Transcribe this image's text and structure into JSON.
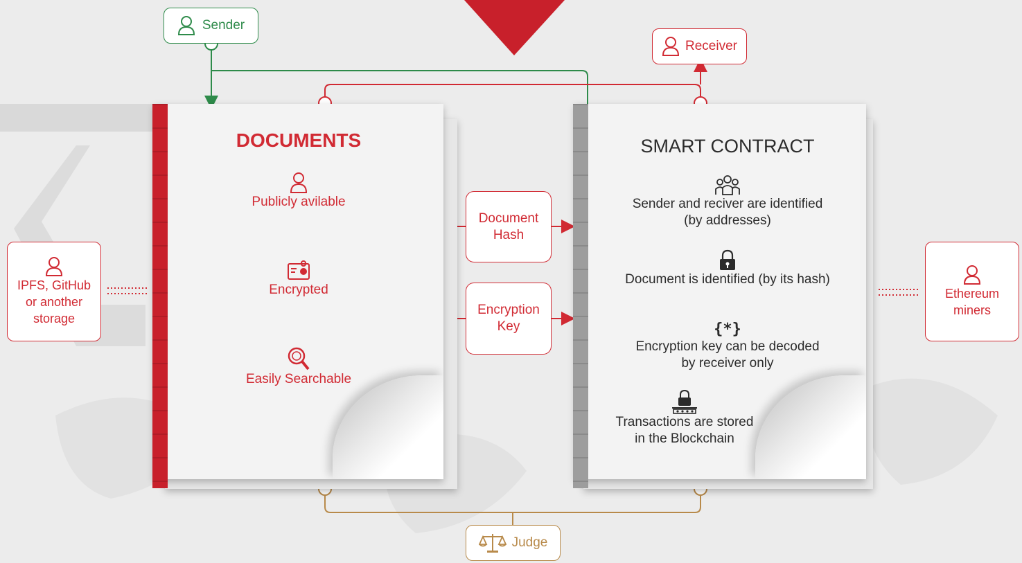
{
  "nodes": {
    "sender": "Sender",
    "receiver": "Receiver",
    "judge": "Judge",
    "storage": "IPFS, GitHub\nor another\nstorage",
    "miners": "Ethereum\nminers",
    "document_hash": "Document\nHash",
    "encryption_key": "Encryption\nKey"
  },
  "documents": {
    "title": "DOCUMENTS",
    "items": [
      {
        "icon": "user-icon",
        "label": "Publicly avilable"
      },
      {
        "icon": "encrypted-terminal-icon",
        "label": "Encrypted"
      },
      {
        "icon": "search-magnifier-icon",
        "label": "Easily Searchable"
      }
    ]
  },
  "smart_contract": {
    "title": "SMART CONTRACT",
    "items": [
      {
        "icon": "users-group-icon",
        "label": "Sender and reciver are identified\n(by addresses)"
      },
      {
        "icon": "lock-icon",
        "label": "Document is identified (by its hash)"
      },
      {
        "icon": "braces-key-icon",
        "label": "Encryption key can be decoded\nby receiver only"
      },
      {
        "icon": "blockchain-lock-icon",
        "label": "Transactions are stored\nin the Blockchain"
      }
    ]
  },
  "colors": {
    "red": "#d12a33",
    "green": "#2e8b4a",
    "gold": "#b88a4a",
    "text_dark": "#2b2b2b"
  }
}
